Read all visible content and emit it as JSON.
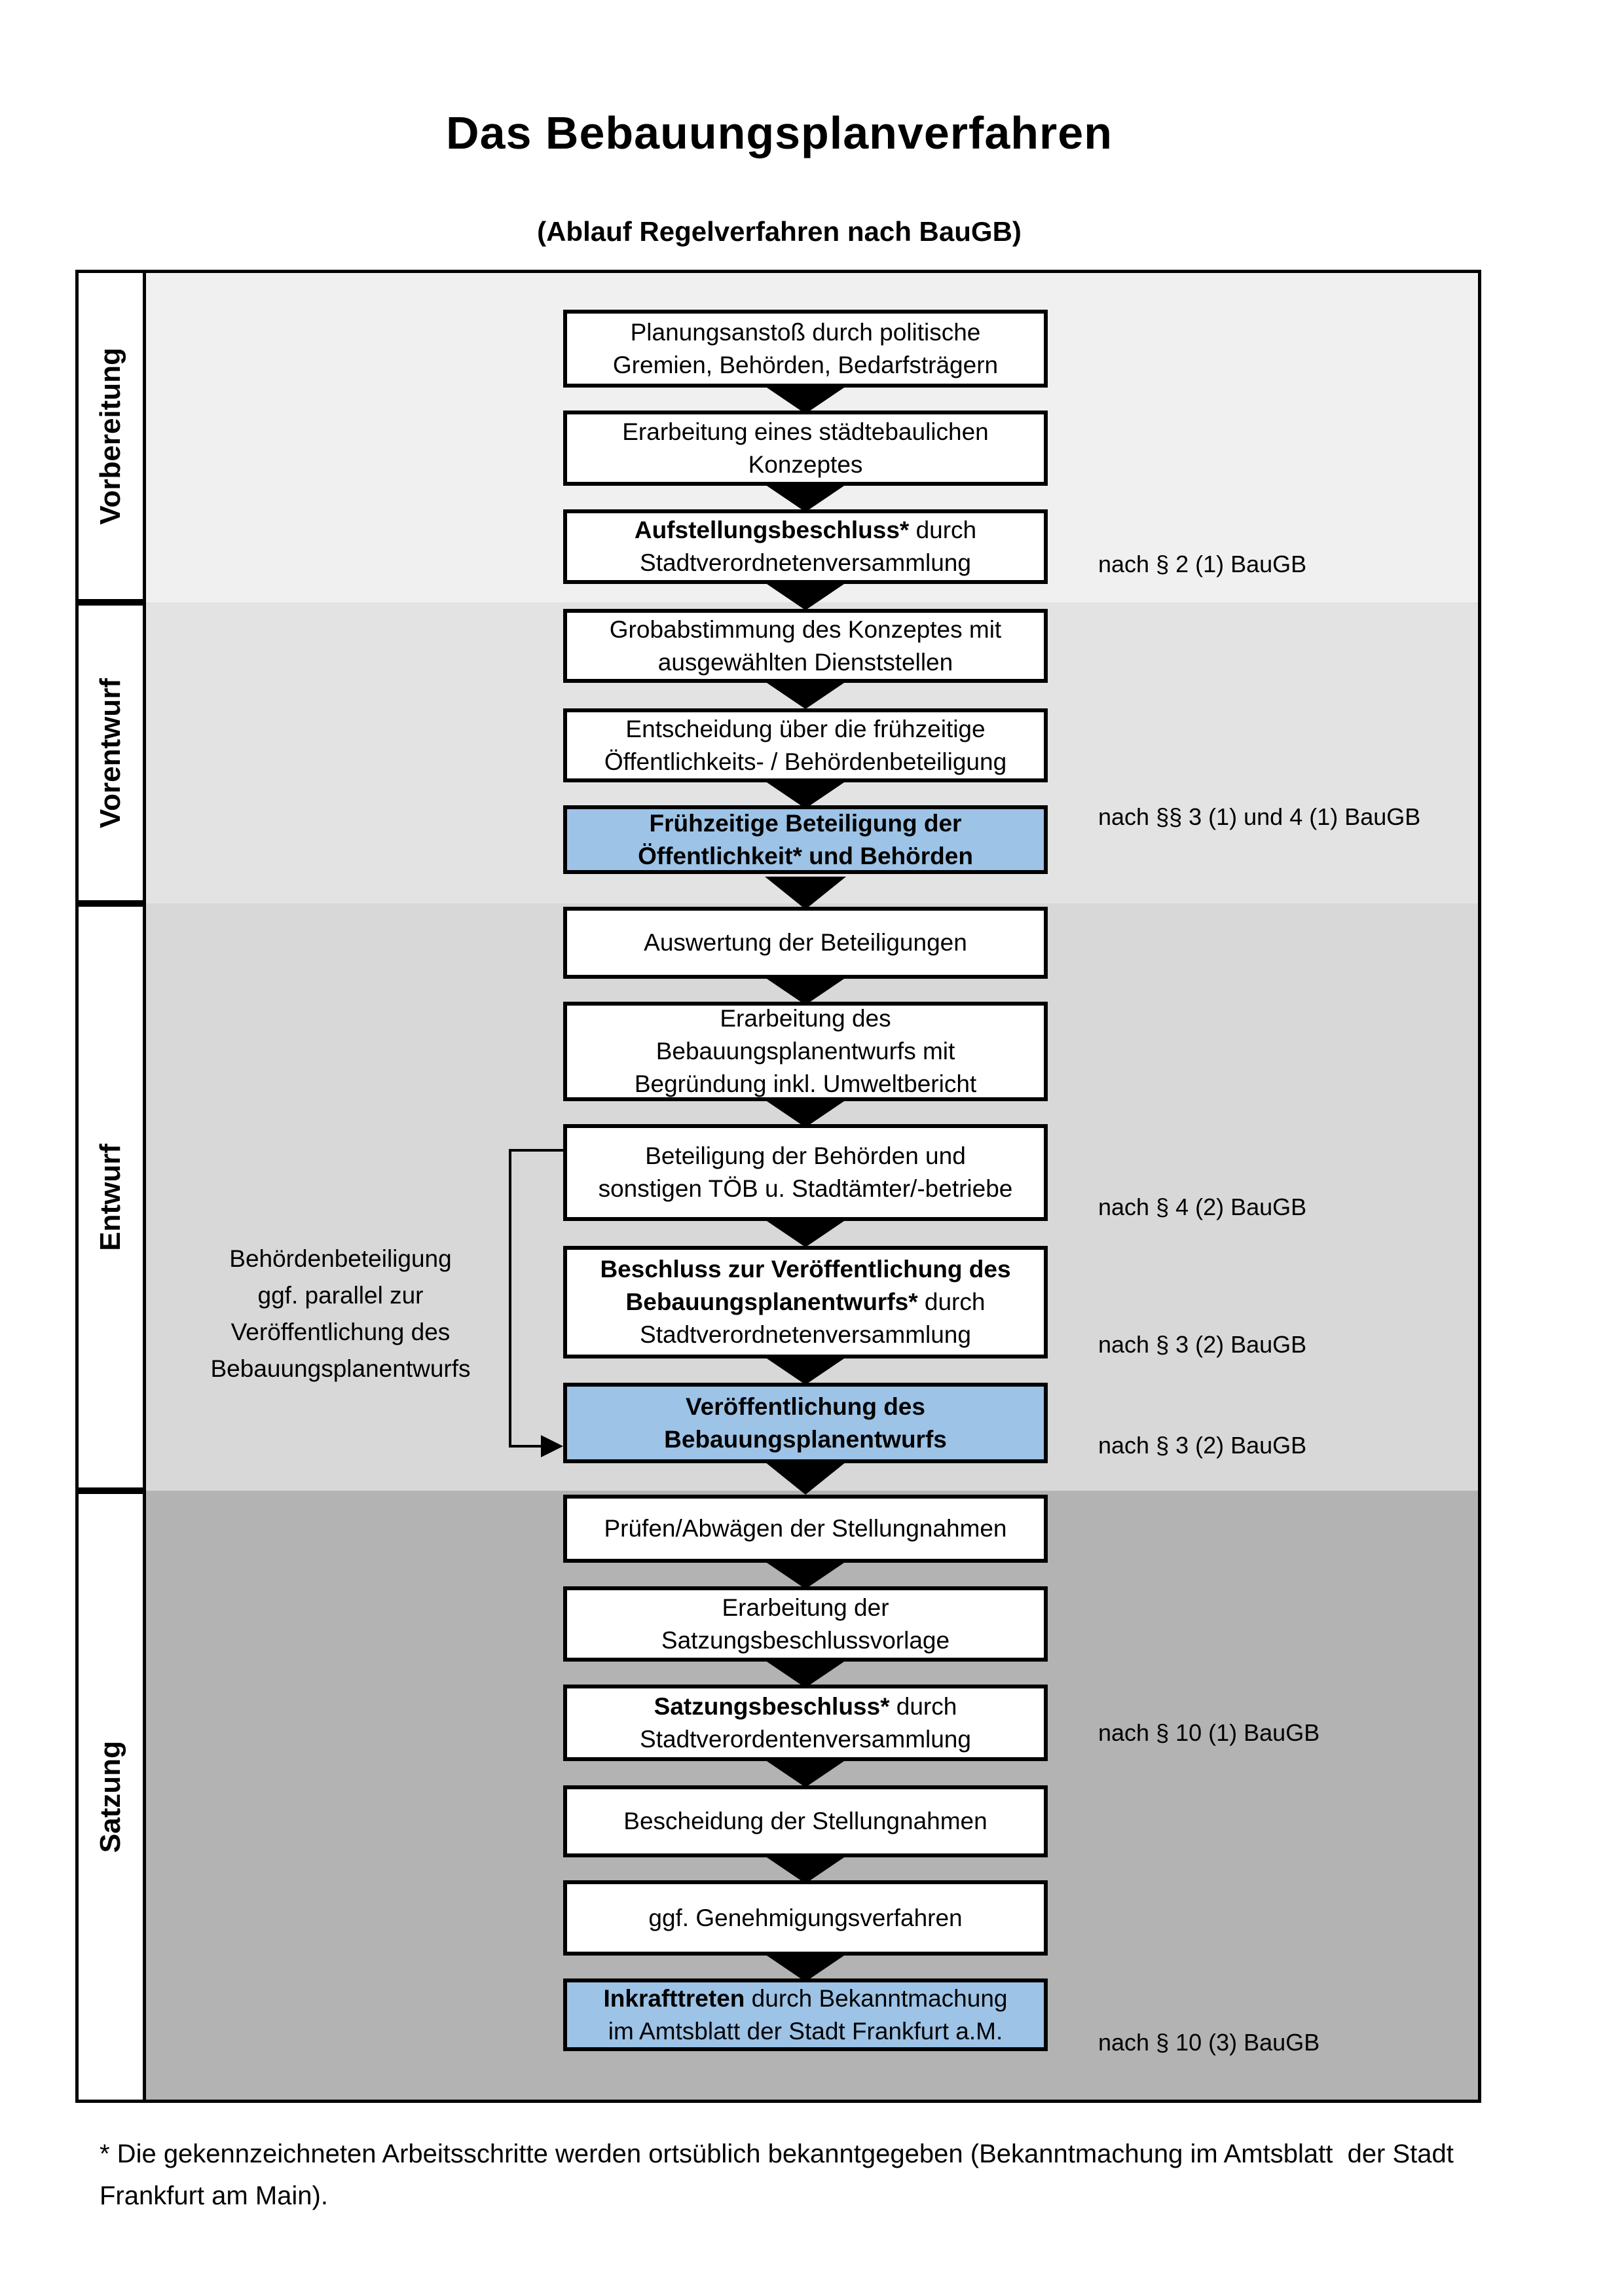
{
  "title": "Das Bebauungsplanverfahren",
  "subtitle": "(Ablauf Regelverfahren nach BauGB)",
  "phases": [
    {
      "label": "Vorbereitung"
    },
    {
      "label": "Vorentwurf"
    },
    {
      "label": "Entwurf"
    },
    {
      "label": "Satzung"
    }
  ],
  "boxes": [
    {
      "bold": "",
      "rest": "Planungsanstoß durch politische\nGremien, Behörden, Bedarfsträgern"
    },
    {
      "bold": "",
      "rest": "Erarbeitung eines städtebaulichen\nKonzeptes"
    },
    {
      "bold": "Aufstellungsbeschluss*",
      "rest": " durch\nStadtverordnetenversammlung"
    },
    {
      "bold": "",
      "rest": "Grobabstimmung des Konzeptes mit\nausgewählten Dienststellen"
    },
    {
      "bold": "",
      "rest": "Entscheidung über die frühzeitige\nÖffentlichkeits- / Behördenbeteiligung"
    },
    {
      "bold": "Frühzeitige Beteiligung der\nÖffentlichkeit* und Behörden",
      "rest": ""
    },
    {
      "bold": "",
      "rest": "Auswertung der Beteiligungen"
    },
    {
      "bold": "",
      "rest": "Erarbeitung des\nBebauungsplanentwurfs mit\nBegründung inkl. Umweltbericht"
    },
    {
      "bold": "",
      "rest": "Beteiligung der Behörden und\nsonstigen TÖB u. Stadtämter/-betriebe"
    },
    {
      "bold": "Beschluss zur Veröffentlichung des\nBebauungsplanentwurfs*",
      "rest": " durch\nStadtverordnetenversammlung"
    },
    {
      "bold": "Veröffentlichung des\nBebauungsplanentwurfs",
      "rest": ""
    },
    {
      "bold": "",
      "rest": "Prüfen/Abwägen der Stellungnahmen"
    },
    {
      "bold": "",
      "rest": "Erarbeitung der\nSatzungsbeschlussvorlage"
    },
    {
      "bold": "Satzungsbeschluss*",
      "rest": " durch\nStadtverordentenversammlung"
    },
    {
      "bold": "",
      "rest": "Bescheidung der Stellungnahmen"
    },
    {
      "bold": "",
      "rest": "ggf. Genehmigungsverfahren"
    },
    {
      "bold": "Inkrafttreten",
      "rest": " durch Bekanntmachung\nim Amtsblatt der Stadt Frankfurt a.M."
    }
  ],
  "legal_refs": [
    {
      "text": "nach § 2 (1) BauGB"
    },
    {
      "text": "nach §§ 3 (1) und 4 (1) BauGB"
    },
    {
      "text": "nach § 4 (2) BauGB"
    },
    {
      "text": "nach § 3 (2) BauGB"
    },
    {
      "text": "nach § 3 (2) BauGB"
    },
    {
      "text": "nach § 10 (1) BauGB"
    },
    {
      "text": "nach § 10 (3) BauGB"
    }
  ],
  "side_note": "Behördenbeteiligung\nggf. parallel zur\nVeröffentlichung des\nBebauungsplanentwurfs",
  "footnote": "* Die gekennzeichneten Arbeitsschritte werden ortsüblich bekanntgegeben (Bekanntmachung im Amtsblatt  der Stadt\nFrankfurt am Main).",
  "colors": {
    "highlight_blue": "#9DC3E6",
    "phase_vorbereitung_bg": "#F0F0F0",
    "phase_vorentwurf_bg": "#E3E3E3",
    "phase_entwurf_bg": "#D8D8D8",
    "phase_satzung_bg": "#B3B3B3",
    "border": "#000000"
  }
}
